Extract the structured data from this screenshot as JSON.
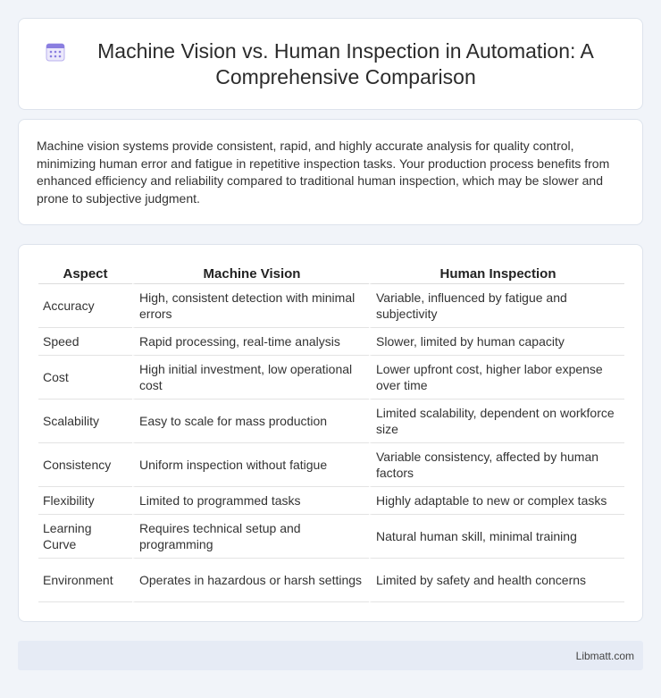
{
  "header": {
    "title": "Machine Vision vs. Human Inspection in Automation: A Comprehensive Comparison",
    "icon": "calendar-icon"
  },
  "intro": {
    "text": "Machine vision systems provide consistent, rapid, and highly accurate analysis for quality control, minimizing human error and fatigue in repetitive inspection tasks. Your production process benefits from enhanced efficiency and reliability compared to traditional human inspection, which may be slower and prone to subjective judgment."
  },
  "table": {
    "headers": [
      "Aspect",
      "Machine Vision",
      "Human Inspection"
    ],
    "rows": [
      {
        "aspect": "Accuracy",
        "machine": "High, consistent detection with minimal errors",
        "human": "Variable, influenced by fatigue and subjectivity"
      },
      {
        "aspect": "Speed",
        "machine": "Rapid processing, real-time analysis",
        "human": "Slower, limited by human capacity"
      },
      {
        "aspect": "Cost",
        "machine": "High initial investment, low operational cost",
        "human": "Lower upfront cost, higher labor expense over time"
      },
      {
        "aspect": "Scalability",
        "machine": "Easy to scale for mass production",
        "human": "Limited scalability, dependent on workforce size"
      },
      {
        "aspect": "Consistency",
        "machine": "Uniform inspection without fatigue",
        "human": "Variable consistency, affected by human factors"
      },
      {
        "aspect": "Flexibility",
        "machine": "Limited to programmed tasks",
        "human": "Highly adaptable to new or complex tasks"
      },
      {
        "aspect": "Learning Curve",
        "machine": "Requires technical setup and programming",
        "human": "Natural human skill, minimal training"
      },
      {
        "aspect": "Environment",
        "machine": "Operates in hazardous or harsh settings",
        "human": "Limited by safety and health concerns"
      }
    ]
  },
  "footer": {
    "link": "Libmatt.com"
  },
  "colors": {
    "background": "#f1f4f9",
    "card": "#ffffff",
    "footer": "#e6ebf5",
    "icon_accent": "#7b6fd6"
  }
}
